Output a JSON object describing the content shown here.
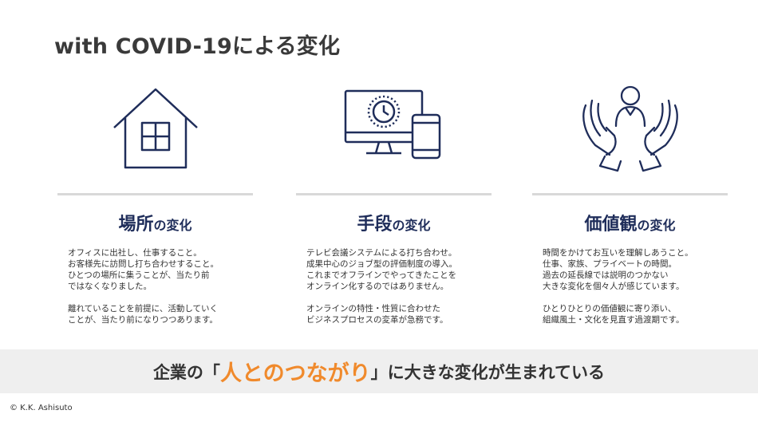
{
  "title": "with COVID-19による変化",
  "columns": [
    {
      "icon": "house-icon",
      "heading_big": "場所",
      "heading_small": "の変化",
      "lines_a": [
        "オフィスに出社し、仕事すること。",
        "お客様先に訪問し打ち合わせすること。",
        "ひとつの場所に集うことが、当たり前",
        "ではなくなりました。"
      ],
      "lines_b": [
        "離れていることを前提に、活動していく",
        "ことが、当たり前になりつつあります。"
      ]
    },
    {
      "icon": "devices-clock-icon",
      "heading_big": "手段",
      "heading_small": "の変化",
      "lines_a": [
        "テレビ会議システムによる打ち合わせ。",
        "成果中心のジョブ型の評価制度の導入。",
        "これまでオフラインでやってきたことを",
        "オンライン化するのではありません。"
      ],
      "lines_b": [
        "オンラインの特性・性質に合わせた",
        "ビジネスプロセスの変革が急務です。"
      ]
    },
    {
      "icon": "hands-person-icon",
      "heading_big": "価値観",
      "heading_small": "の変化",
      "lines_a": [
        "時間をかけてお互いを理解しあうこと。",
        "仕事、家族、プライベートの時間。",
        "過去の延長線では説明のつかない",
        "大きな変化を個々人が感じています。"
      ],
      "lines_b": [
        "ひとりひとりの価値観に寄り添い、",
        "組織風土・文化を見直す過渡期です。"
      ]
    }
  ],
  "banner": {
    "prefix": "企業の「",
    "accent": "人とのつながり",
    "suffix": "」に大きな変化が生まれている"
  },
  "copyright": "© K.K. Ashisuto",
  "colors": {
    "navy": "#1f2d5a",
    "accent": "#f08a2c",
    "banner_bg": "#efefef"
  }
}
